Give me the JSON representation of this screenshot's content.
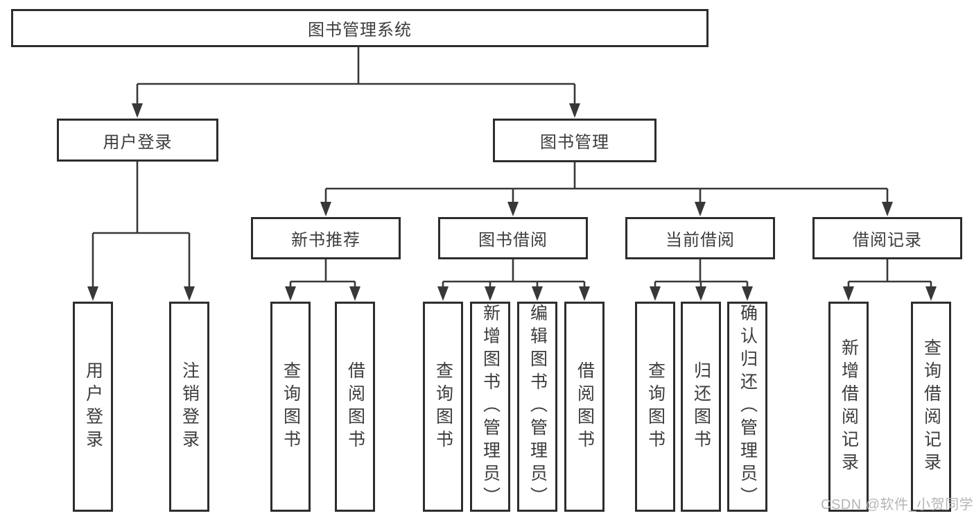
{
  "colors": {
    "line": "#383838",
    "box_border": "#2d2d2d",
    "text": "#3c3c3c",
    "watermark": "#b5b5b5"
  },
  "tree": {
    "label": "图书管理系统",
    "children": [
      {
        "label": "用户登录",
        "children": [
          {
            "label": "用户登录"
          },
          {
            "label": "注销登录"
          }
        ]
      },
      {
        "label": "图书管理",
        "children": [
          {
            "label": "新书推荐",
            "children": [
              {
                "label": "查询图书"
              },
              {
                "label": "借阅图书"
              }
            ]
          },
          {
            "label": "图书借阅",
            "children": [
              {
                "label": "查询图书"
              },
              {
                "label": "新增图书（管理员）"
              },
              {
                "label": "编辑图书（管理员）"
              },
              {
                "label": "借阅图书"
              }
            ]
          },
          {
            "label": "当前借阅",
            "children": [
              {
                "label": "查询图书"
              },
              {
                "label": "归还图书"
              },
              {
                "label": "确认归还（管理员）"
              }
            ]
          },
          {
            "label": "借阅记录",
            "children": [
              {
                "label": "新增借阅记录"
              },
              {
                "label": "查询借阅记录"
              }
            ]
          }
        ]
      }
    ]
  },
  "watermark": {
    "text": "CSDN @软件_小贺同学"
  }
}
